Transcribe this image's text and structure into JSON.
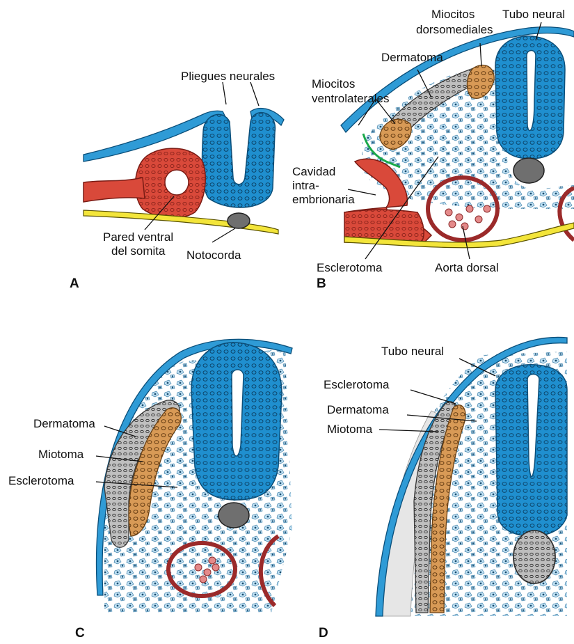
{
  "panels": {
    "A": {
      "letter": "A",
      "labels": {
        "neural_folds": "Pliegues neurales",
        "somite_wall_1": "Pared ventral",
        "somite_wall_2": "del somita",
        "notochord": "Notocorda"
      }
    },
    "B": {
      "letter": "B",
      "labels": {
        "dorsomedial_1": "Miocitos",
        "dorsomedial_2": "dorsomediales",
        "neural_tube": "Tubo neural",
        "dermatome": "Dermatoma",
        "ventrolateral_1": "Miocitos",
        "ventrolateral_2": "ventrolaterales",
        "cavity_1": "Cavidad",
        "cavity_2": "intra-",
        "cavity_3": "embrionaria",
        "sclerotome": "Esclerotoma",
        "dorsal_aorta": "Aorta dorsal"
      }
    },
    "C": {
      "letter": "C",
      "labels": {
        "dermatome": "Dermatoma",
        "myotome": "Miotoma",
        "sclerotome": "Esclerotoma"
      }
    },
    "D": {
      "letter": "D",
      "labels": {
        "neural_tube": "Tubo neural",
        "sclerotome": "Esclerotoma",
        "dermatome": "Dermatoma",
        "myotome": "Miotoma"
      }
    }
  },
  "colors": {
    "neural_tube": "#1f8fcf",
    "somite": "#d9493a",
    "myotome": "#d89a56",
    "dermatome": "#bfbfbf",
    "endoderm": "#f3e53a",
    "mesenchyme": "#cfe8f6",
    "notochord": "#6f6f6f",
    "green_line": "#1aa84a"
  }
}
